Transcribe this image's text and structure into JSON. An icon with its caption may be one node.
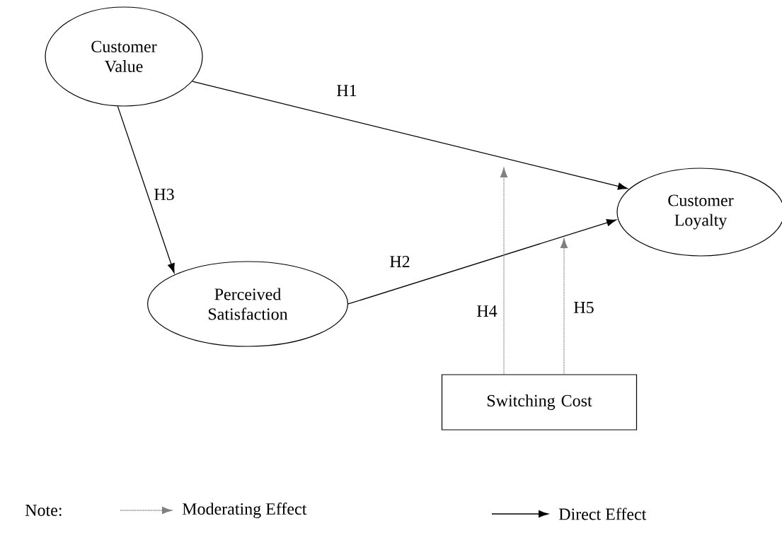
{
  "diagram": {
    "nodes": [
      {
        "text": [
          "Customer Value"
        ]
      },
      {
        "text": [
          "Customer Loyalty"
        ]
      },
      {
        "text": [
          "Perceived Satisfaction"
        ]
      },
      {
        "text": [
          "Switching Cost"
        ]
      }
    ],
    "edges": [
      {
        "from": 0,
        "to": 1,
        "arrow": "to",
        "label": "H1"
      },
      {
        "from": 0,
        "to": 2,
        "arrow": "to",
        "label": "H3"
      },
      {
        "from": 2,
        "to": 1,
        "arrow": "to",
        "label": "H2"
      },
      {
        "from": 3,
        "to": null,
        "arrow": "to",
        "label": "H4",
        "style": "dashed",
        "color": "#808080"
      },
      {
        "from": 3,
        "to": null,
        "arrow": "to",
        "label": "H5",
        "style": "dashed",
        "color": "#808080"
      }
    ],
    "labels": [
      "Note:"
    ],
    "legend": [
      {
        "text": "Moderating Effect"
      },
      {
        "text": "Direct Effect"
      }
    ]
  }
}
